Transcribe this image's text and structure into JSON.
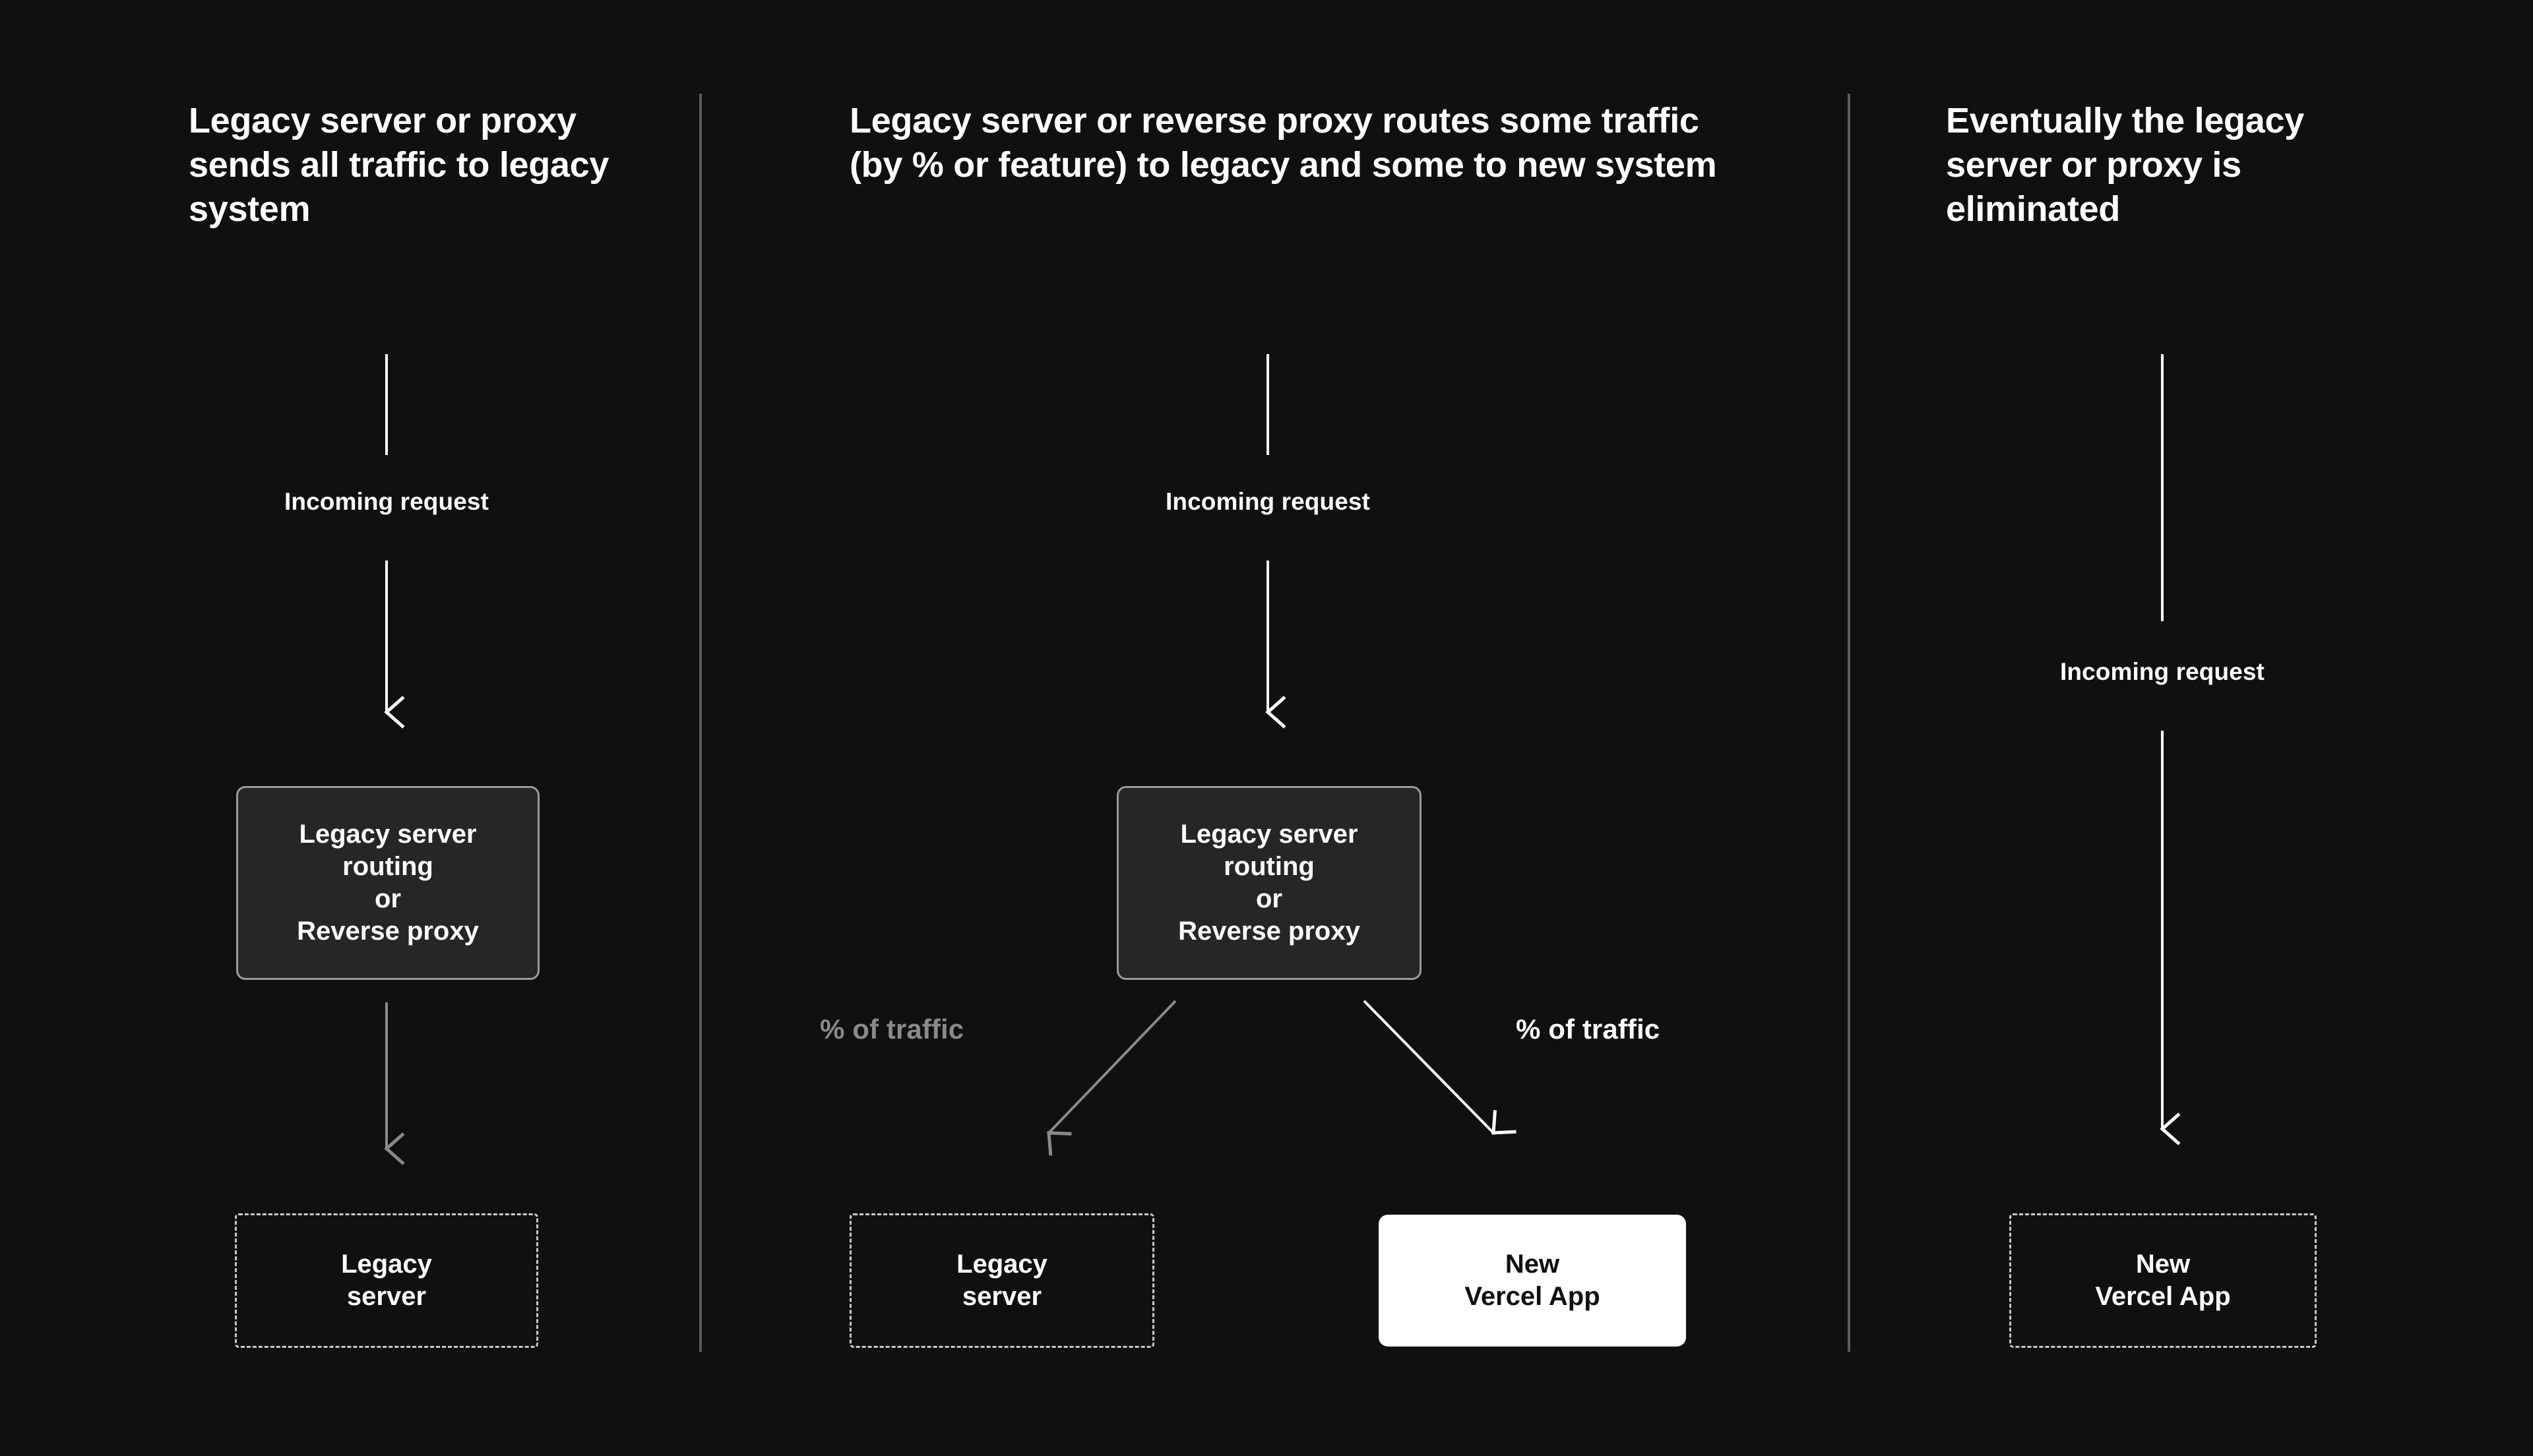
{
  "theme": {
    "background": "#101010",
    "text_primary": "#ffffff",
    "text_muted": "#8a8a8a",
    "box_fill": "#262626",
    "box_border": "#9a9a9a",
    "dashed_border": "#c9c9c9",
    "divider": "#5b5b5b",
    "accent_white": "#ffffff"
  },
  "columns": [
    {
      "id": "col-1",
      "heading": "Legacy server or proxy sends all traffic to legacy system",
      "flow_label": "Incoming request",
      "nodes": {
        "proxy": "Legacy server\nrouting\nor\nReverse proxy",
        "legacy": "Legacy\nserver"
      }
    },
    {
      "id": "col-2",
      "heading": "Legacy server or reverse proxy routes some traffic (by % or feature) to legacy and some to new system",
      "flow_label": "Incoming request",
      "traffic_label_left": "% of traffic",
      "traffic_label_right": "% of traffic",
      "nodes": {
        "proxy": "Legacy server\nrouting\nor\nReverse proxy",
        "legacy": "Legacy\nserver",
        "vercel": "New\nVercel App"
      }
    },
    {
      "id": "col-3",
      "heading": "Eventually the legacy server or proxy is eliminated",
      "flow_label": "Incoming request",
      "nodes": {
        "vercel": "New\nVercel App"
      }
    }
  ]
}
